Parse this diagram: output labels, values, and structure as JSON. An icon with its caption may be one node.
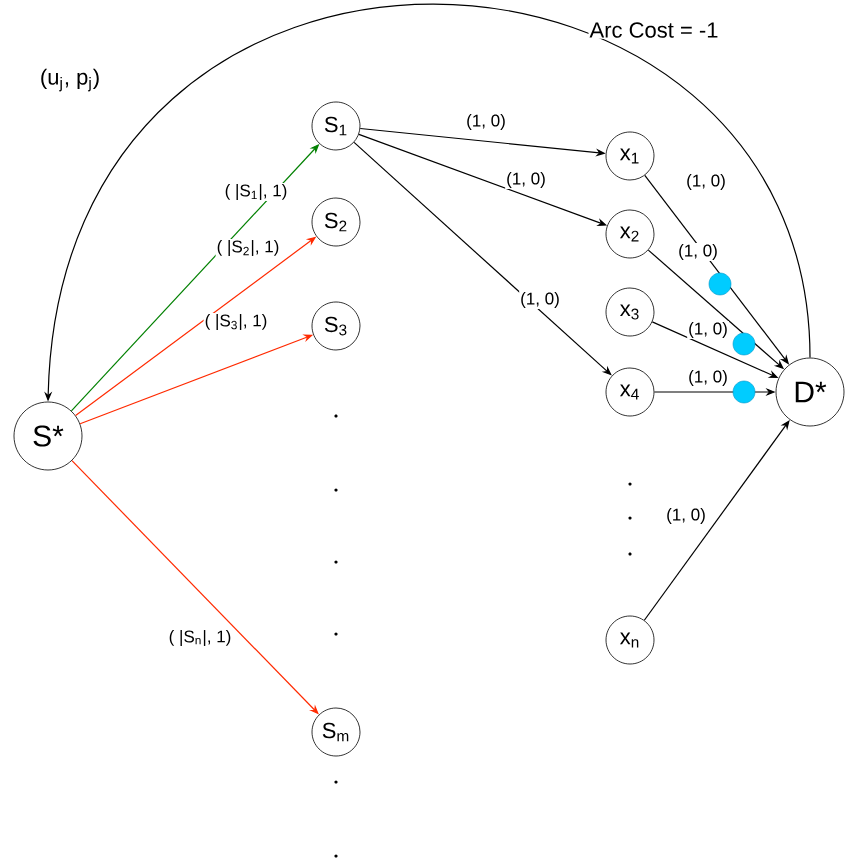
{
  "diagram": {
    "nodes": [
      {
        "text": [
          "S*"
        ]
      },
      {
        "text": [
          "S$_{1}$"
        ]
      },
      {
        "text": [
          "S$_{2}$"
        ]
      },
      {
        "text": [
          "S$_{3}$"
        ]
      },
      {
        "text": [
          "S$_{m}$"
        ]
      },
      {
        "text": [
          "x$_{1}$"
        ]
      },
      {
        "text": [
          "x$_{2}$"
        ]
      },
      {
        "text": [
          "x$_{3}$"
        ]
      },
      {
        "text": [
          "x$_{4}$"
        ]
      },
      {
        "text": [
          "x$_{n}$"
        ]
      },
      {
        "text": [
          "D*"
        ]
      }
    ],
    "edges": [
      {
        "from": 0,
        "to": 1,
        "arrow": "to",
        "label": "( |S$_{1}$|, 1)",
        "color": "#008000"
      },
      {
        "from": 0,
        "to": 2,
        "arrow": "to",
        "label": "( |S$_{2}$|, 1)",
        "color": "#ff2a00"
      },
      {
        "from": 0,
        "to": 3,
        "arrow": "to",
        "label": "( |S$_{3}$|, 1)",
        "color": "#ff2a00"
      },
      {
        "from": 0,
        "to": 4,
        "arrow": "to",
        "label": "( |S$_{n}$|, 1)",
        "color": "#ff2a00"
      },
      {
        "from": 1,
        "to": 5,
        "arrow": "to",
        "label": "(1, 0)"
      },
      {
        "from": 1,
        "to": 6,
        "arrow": "to",
        "label": "(1, 0)"
      },
      {
        "from": 1,
        "to": 8,
        "arrow": "to",
        "label": "(1, 0)"
      },
      {
        "from": 5,
        "to": 10,
        "arrow": "to",
        "label": "(1, 0)"
      },
      {
        "from": 6,
        "to": 10,
        "arrow": "to",
        "label": "(1, 0)"
      },
      {
        "from": 7,
        "to": 10,
        "arrow": "to",
        "label": "(1, 0)"
      },
      {
        "from": 8,
        "to": 10,
        "arrow": "to",
        "label": "(1, 0)"
      },
      {
        "from": 9,
        "to": 10,
        "arrow": "to",
        "label": "(1, 0)"
      },
      {
        "from": 10,
        "to": 0,
        "arrow": "to",
        "label": "Arc Cost = -1"
      }
    ],
    "labels": [
      "(u$_{j}$, p$_{j}$)"
    ]
  }
}
